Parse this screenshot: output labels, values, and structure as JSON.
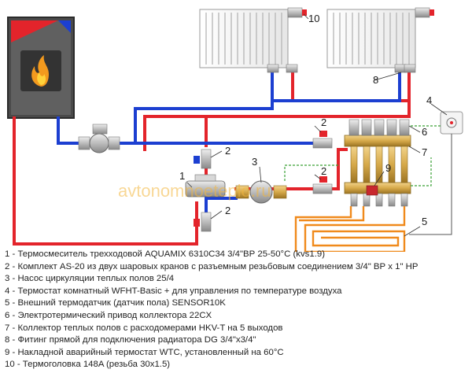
{
  "watermark": "avtonomnoeteplo.ru",
  "callouts": {
    "n1": "1",
    "n2a": "2",
    "n2b": "2",
    "n2c": "2",
    "n2d": "2",
    "n3": "3",
    "n4": "4",
    "n5": "5",
    "n6": "6",
    "n7": "7",
    "n8": "8",
    "n9": "9",
    "n10": "10"
  },
  "legend": [
    "1 - Термосмеситель трехходовой AQUAMIX 6310C34 3/4\"ВР 25-50°С (kvs1.9)",
    "2 - Комплект AS-20 из двух шаровых кранов с разъемным резьбовым соединением 3/4\" ВР х 1\" НР",
    "3 - Насос циркуляции теплых полов 25/4",
    "4 - Термостат комнатный WFHT-Basic + для управления по температуре воздуха",
    "5 - Внешний термодатчик (датчик пола) SENSOR10K",
    "6 - Электротермический привод коллектора 22CX",
    "7 - Коллектор теплых полов с расходомерами HKV-T на 5 выходов",
    "8 - Фитинг прямой для подключения радиатора DG 3/4\"х3/4\"",
    "9 - Накладной аварийный термостат WTC, установленный на 60°С",
    "10 - Термоголовка 148A (резьба 30х1.5)"
  ],
  "colors": {
    "supply": "#e3242b",
    "return": "#1c3fd1",
    "underfloor": "#f08a1c",
    "brass": "#d6a94a",
    "sensor_line": "#3aa035"
  },
  "icons": [
    "boiler-icon",
    "flame-icon",
    "pump-icon",
    "radiator-icon",
    "thermostat-icon",
    "ball-valve-icon",
    "manifold-icon",
    "floor-loop-icon"
  ]
}
